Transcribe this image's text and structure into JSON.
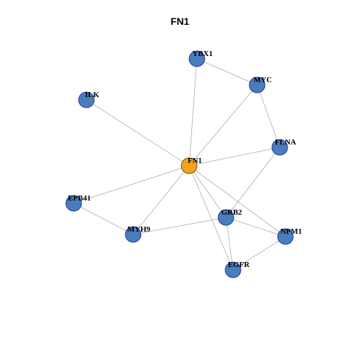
{
  "title": "FN1",
  "colors": {
    "hub_fill": "#F5A31A",
    "hub_stroke": "#6B4A10",
    "node_fill": "#4A7EBB",
    "node_stroke": "#2233AA",
    "edge": "#aaaaaa"
  },
  "nodes": [
    {
      "id": "FN1",
      "label": "FN1",
      "hub": true
    },
    {
      "id": "YBX1",
      "label": "YBX1"
    },
    {
      "id": "MYC",
      "label": "MYC"
    },
    {
      "id": "ILK",
      "label": "ILK"
    },
    {
      "id": "FLNA",
      "label": "FLNA"
    },
    {
      "id": "EPB41",
      "label": "EPB41"
    },
    {
      "id": "GRB2",
      "label": "GRB2"
    },
    {
      "id": "MYH9",
      "label": "MYH9"
    },
    {
      "id": "NPM1",
      "label": "NPM1"
    },
    {
      "id": "EGFR",
      "label": "EGFR"
    }
  ],
  "edges": [
    [
      "FN1",
      "YBX1"
    ],
    [
      "FN1",
      "MYC"
    ],
    [
      "FN1",
      "ILK"
    ],
    [
      "FN1",
      "FLNA"
    ],
    [
      "FN1",
      "EPB41"
    ],
    [
      "FN1",
      "MYH9"
    ],
    [
      "FN1",
      "GRB2"
    ],
    [
      "FN1",
      "NPM1"
    ],
    [
      "FN1",
      "EGFR"
    ],
    [
      "YBX1",
      "MYC"
    ],
    [
      "MYC",
      "FLNA"
    ],
    [
      "FLNA",
      "GRB2"
    ],
    [
      "EPB41",
      "MYH9"
    ],
    [
      "MYH9",
      "GRB2"
    ],
    [
      "GRB2",
      "NPM1"
    ],
    [
      "GRB2",
      "EGFR"
    ],
    [
      "NPM1",
      "EGFR"
    ]
  ]
}
